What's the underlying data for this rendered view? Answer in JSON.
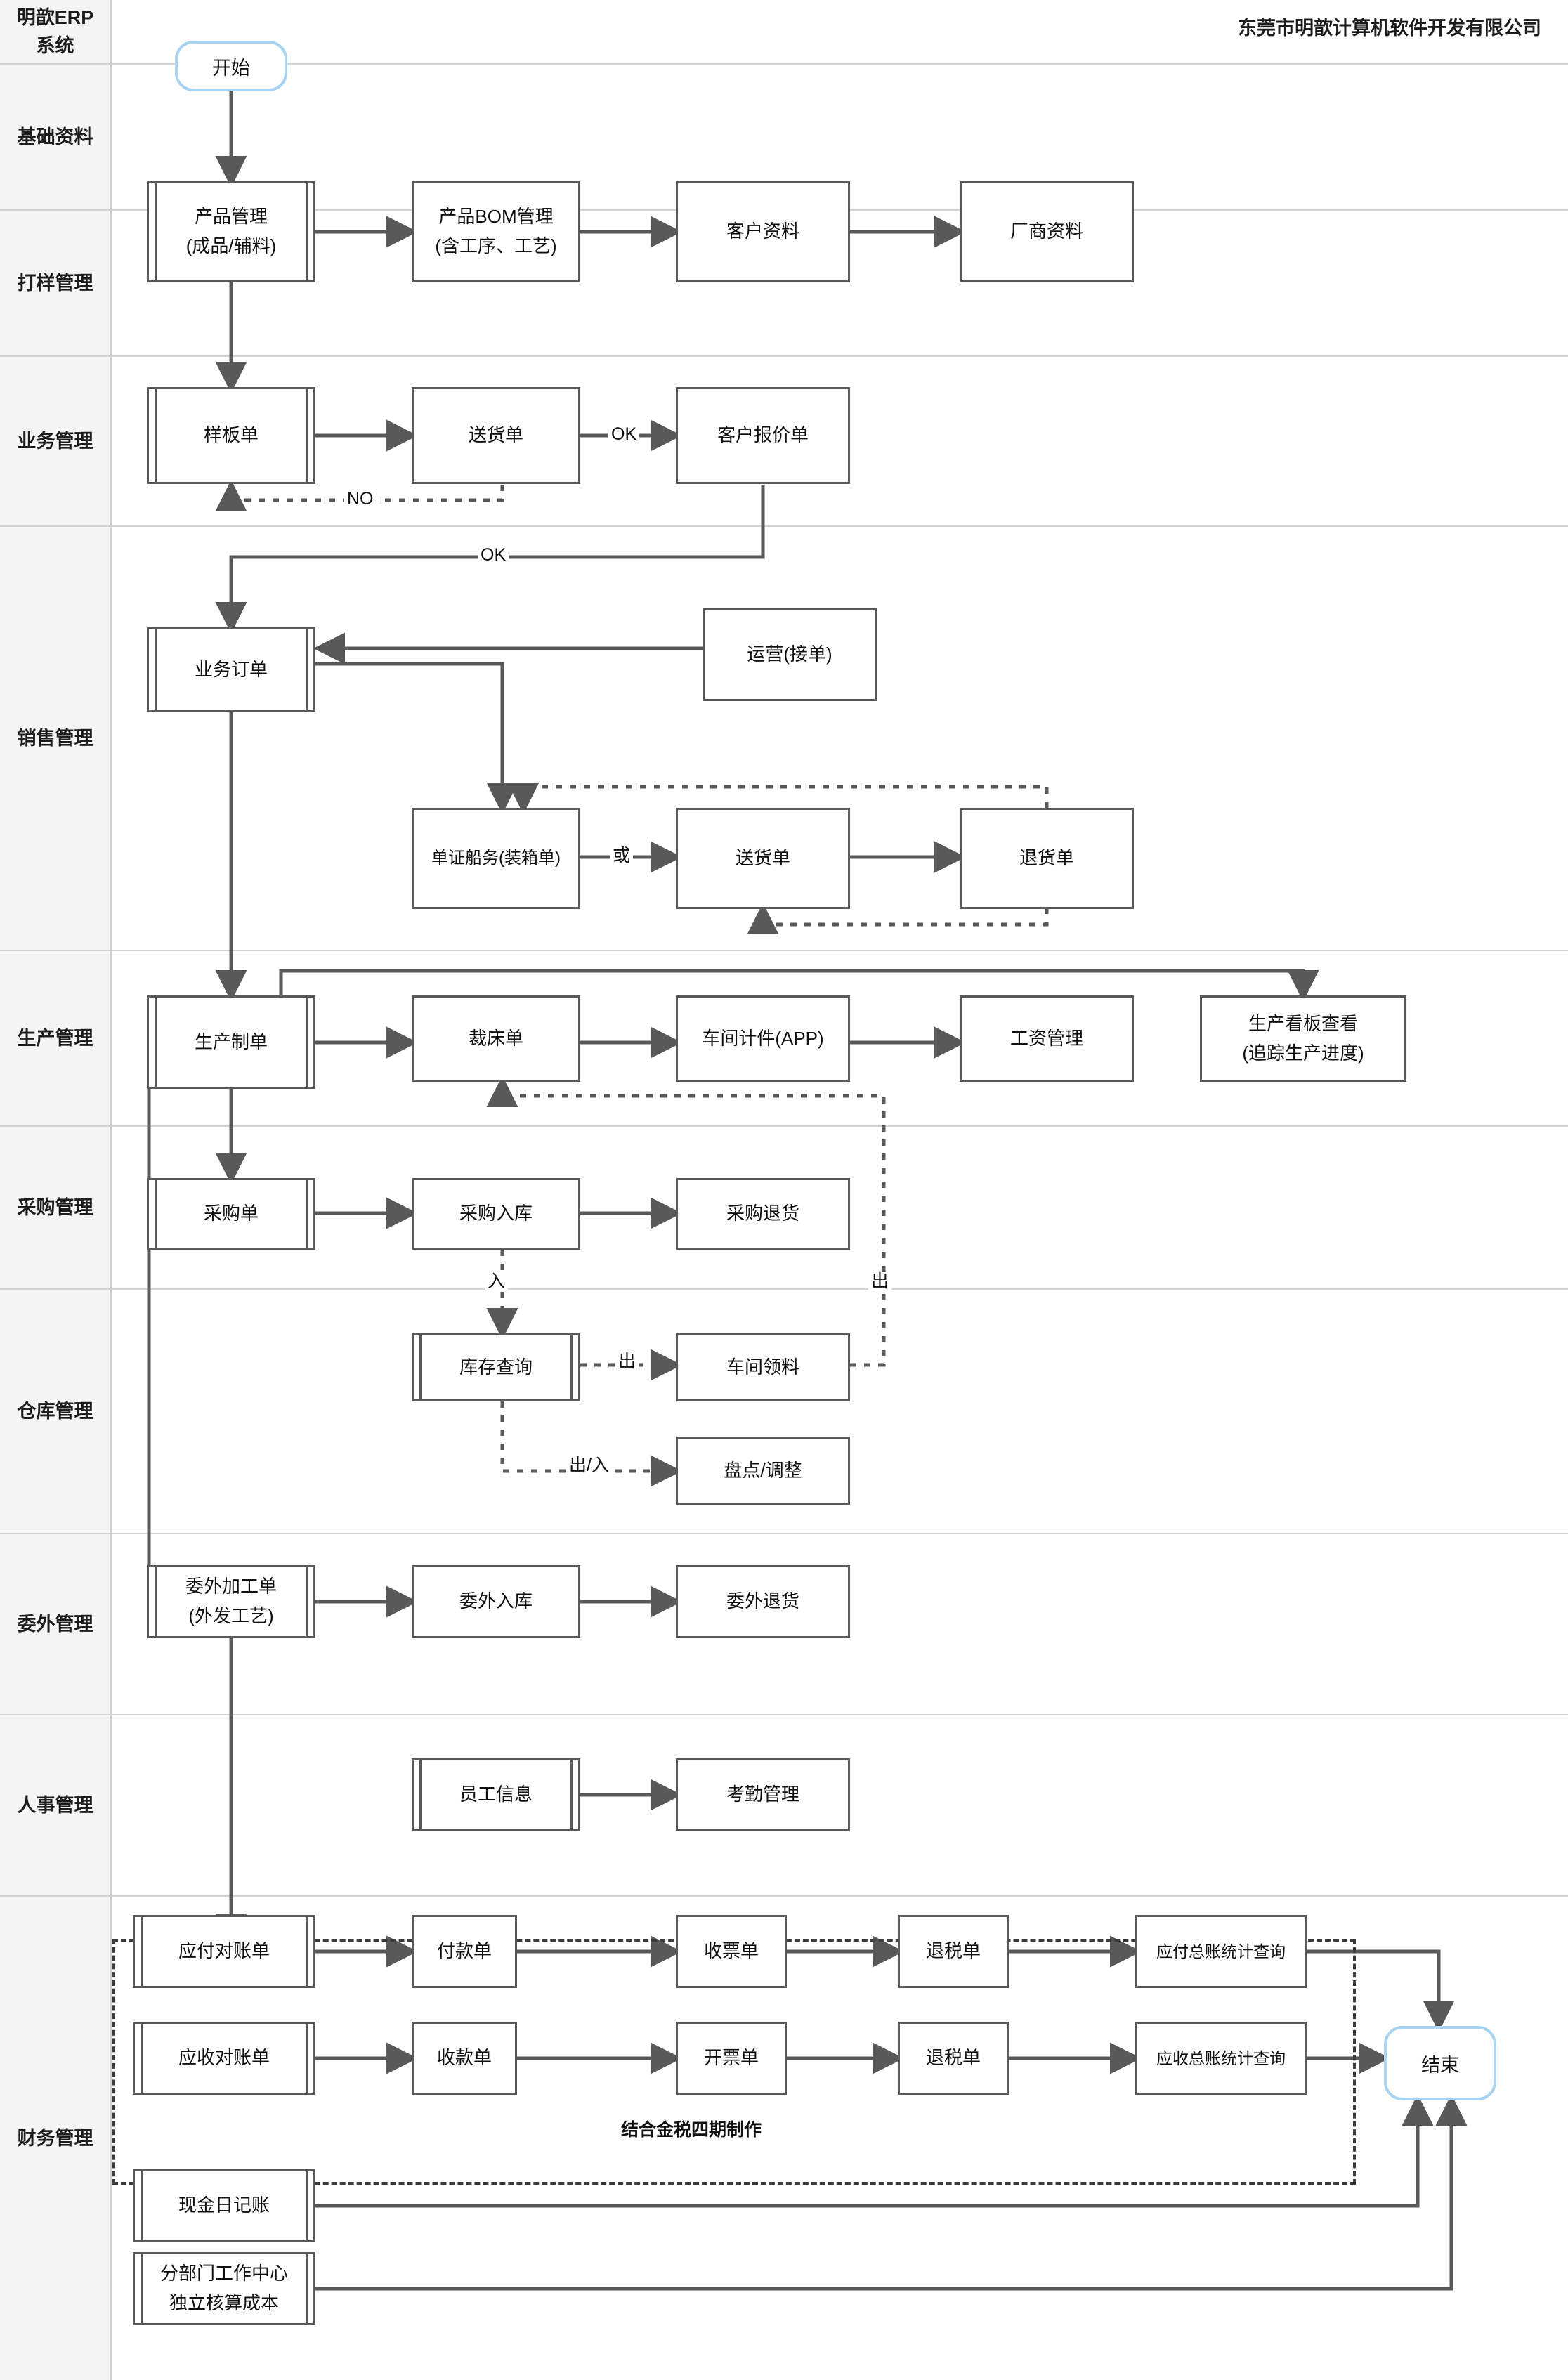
{
  "header": {
    "company": "东莞市明歆计算机软件开发有限公司"
  },
  "lanes": [
    {
      "id": "sys",
      "label": "明歆ERP\n系统"
    },
    {
      "id": "base",
      "label": "基础资料"
    },
    {
      "id": "sample",
      "label": "打样管理"
    },
    {
      "id": "business",
      "label": "业务管理"
    },
    {
      "id": "sales",
      "label": "销售管理"
    },
    {
      "id": "product",
      "label": "生产管理"
    },
    {
      "id": "purchase",
      "label": "采购管理"
    },
    {
      "id": "stock",
      "label": "仓库管理"
    },
    {
      "id": "outsrc",
      "label": "委外管理"
    },
    {
      "id": "hr",
      "label": "人事管理"
    },
    {
      "id": "finance",
      "label": "财务管理"
    }
  ],
  "nodes": {
    "start": {
      "label": "开始",
      "shape": "terminal"
    },
    "end": {
      "label": "结束",
      "shape": "terminal"
    },
    "product_mgmt": {
      "line1": "产品管理",
      "line2": "(成品/辅料)"
    },
    "bom_mgmt": {
      "line1": "产品BOM管理",
      "line2": "(含工序、工艺)"
    },
    "customer_info": {
      "line1": "客户资料"
    },
    "vendor_info": {
      "line1": "厂商资料"
    },
    "sample_order": {
      "line1": "样板单"
    },
    "sample_deliv": {
      "line1": "送货单"
    },
    "quotation": {
      "line1": "客户报价单"
    },
    "biz_order": {
      "line1": "业务订单"
    },
    "operation": {
      "line1": "运营(接单)"
    },
    "shipping_doc": {
      "line1": "单证船务(装箱单)"
    },
    "deliv_note": {
      "line1": "送货单"
    },
    "return_note": {
      "line1": "退货单"
    },
    "prod_order": {
      "line1": "生产制单"
    },
    "cut_order": {
      "line1": "裁床单"
    },
    "workshop_app": {
      "line1": "车间计件(APP)"
    },
    "salary_mgmt": {
      "line1": "工资管理"
    },
    "prod_board": {
      "line1": "生产看板查看",
      "line2": "(追踪生产进度)"
    },
    "po": {
      "line1": "采购单"
    },
    "po_in": {
      "line1": "采购入库"
    },
    "po_return": {
      "line1": "采购退货"
    },
    "stock_query": {
      "line1": "库存查询"
    },
    "workshop_pick": {
      "line1": "车间领料"
    },
    "stocktake": {
      "line1": "盘点/调整"
    },
    "out_order": {
      "line1": "委外加工单",
      "line2": "(外发工艺)"
    },
    "out_in": {
      "line1": "委外入库"
    },
    "out_return": {
      "line1": "委外退货"
    },
    "emp_info": {
      "line1": "员工信息"
    },
    "attendance": {
      "line1": "考勤管理"
    },
    "ap_stmt": {
      "line1": "应付对账单"
    },
    "payment": {
      "line1": "付款单"
    },
    "recv_invoice": {
      "line1": "收票单"
    },
    "tax_refund_1": {
      "line1": "退税单"
    },
    "ap_ledger": {
      "line1": "应付总账统计查询"
    },
    "ar_stmt": {
      "line1": "应收对账单"
    },
    "receipt": {
      "line1": "收款单"
    },
    "issue_invoice": {
      "line1": "开票单"
    },
    "tax_refund_2": {
      "line1": "退税单"
    },
    "ar_ledger": {
      "line1": "应收总账统计查询"
    },
    "cash_journal": {
      "line1": "现金日记账"
    },
    "cost_center": {
      "line1": "分部门工作中心",
      "line2": "独立核算成本"
    }
  },
  "edge_labels": {
    "sample_no": "NO",
    "sample_ok": "OK",
    "quote_ok": "OK",
    "sales_or": "或",
    "stock_in": "入",
    "stock_out": "出",
    "stock_out2": "出",
    "stock_inout": "出/入",
    "prod_out": "出"
  },
  "groups": {
    "tax_group_caption": "结合金税四期制作"
  },
  "colors": {
    "lane_label_bg": "#f4f4f4",
    "lane_border": "#d3d3d3",
    "node_border": "#595959",
    "terminal_border": "#a8d4f2",
    "connector": "#595959",
    "text": "#101010"
  }
}
